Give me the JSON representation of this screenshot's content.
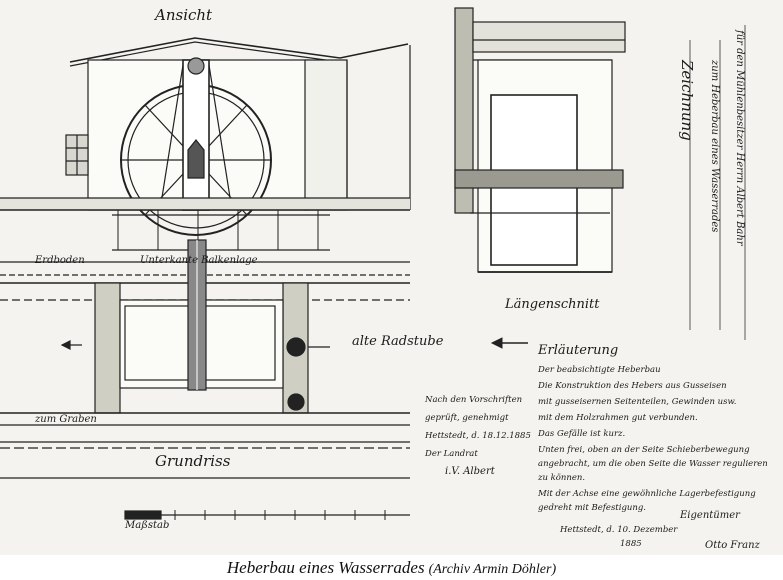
{
  "drawing": {
    "labels": {
      "elevation": "Ansicht",
      "floor_level": "Erdboden",
      "beam": "Unterkante Balkenlage",
      "water_line": "alte Radstube",
      "inlet": "zum Graben",
      "longitudinal_section": "Längenschnitt",
      "ground_plan": "Grundriss",
      "vertical_title": "Zeichnung",
      "vertical_sub1": "zum Heberbau eines Wasserrades",
      "vertical_sub2": "für den Mühlenbesitzer Herrn Albert Bahr",
      "explanation_title": "Erläuterung",
      "left_note_lines": [
        "Nach den Vorschriften",
        "geprüft, genehmigt",
        "Hettstedt, d. 18.12.1885",
        "Der Landrat",
        "i.V. Albert"
      ],
      "explanation_lines": [
        "Der beabsichtigte Heberbau",
        "Die Konstruktion des Hebers aus Gusseisen",
        "mit gusseisernen Seitenteilen, Gewinden usw.",
        "mit dem Holzrahmen gut verbunden.",
        "Das Gefälle ist kurz.",
        "Unten frei, oben an der Seite Schieberbewegung",
        "angebracht, um die oben Seite die Wasser regulieren",
        "zu können.",
        "Mit der Achse eine gewöhnliche Lagerbefestigung",
        "gedreht mit Befestigung."
      ],
      "place_date": "Hettstedt, d. 10. Dezember",
      "year": "1885",
      "signature_right": "Eigentümer",
      "signature_bottom": "Otto Franz",
      "scale_label": "Maßstab"
    }
  },
  "caption": {
    "title": "Heberbau eines Wasserrades",
    "credit": "(Archiv Armin Döhler)"
  }
}
